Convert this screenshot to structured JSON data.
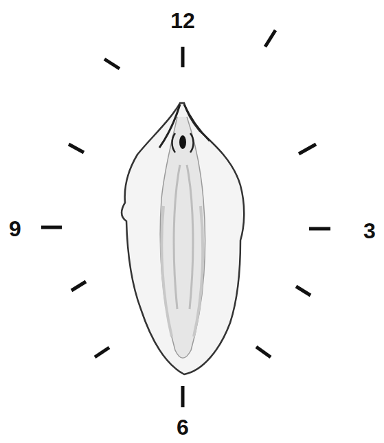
{
  "diagram": {
    "labels": [
      "12",
      "9",
      "3",
      "6"
    ]
  }
}
